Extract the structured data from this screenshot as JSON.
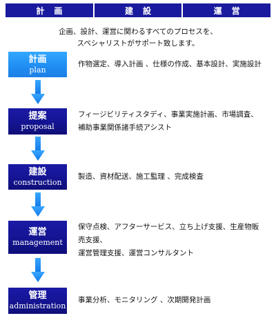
{
  "header": {
    "columns": [
      "計画",
      "建設",
      "運営"
    ]
  },
  "intro": {
    "line1": "企画、設計、運営に関わるすべてのプロセスを、",
    "line2": "スペシャリストがサポート致します。"
  },
  "stages": [
    {
      "jp": "計画",
      "en": "plan",
      "desc": [
        "作物選定、導入計画 、仕様の作成、基本設計、実施設計"
      ]
    },
    {
      "jp": "提案",
      "en": "proposal",
      "desc": [
        "フィージビリティスタディ、事業実施計画、市場調査、",
        "補助事業関係諸手続アシスト"
      ]
    },
    {
      "jp": "建設",
      "en": "construction",
      "desc": [
        "製造、資材配送、施工監理 、完成検査"
      ]
    },
    {
      "jp": "運営",
      "en": "management",
      "desc": [
        "保守点検、アフターサービス、立ち上げ支援、生産物販",
        "売支援、",
        "運営管理支援、運営コンサルタント"
      ]
    },
    {
      "jp": "管理",
      "en": "administration",
      "desc": [
        "事業分析、モニタリング 、次期開発計画"
      ]
    }
  ],
  "colors": {
    "header": "#1a1a9e",
    "stage_box": "#141492",
    "stage_box_first": "#1f8cf2",
    "arrow": "#1e90ff"
  }
}
